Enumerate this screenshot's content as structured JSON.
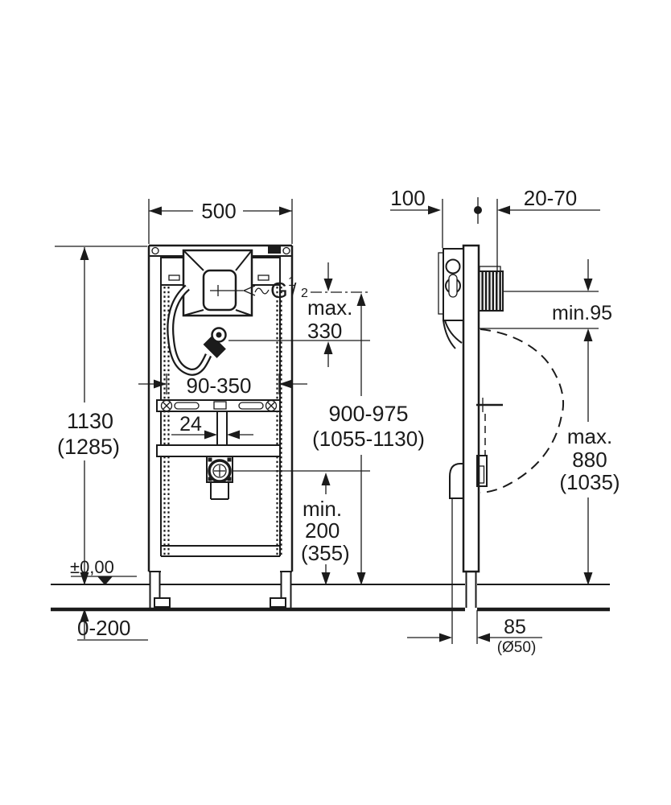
{
  "drawing": {
    "front": {
      "width_dim": "500",
      "height_dim": "1130",
      "height_dim_alt": "(1285)",
      "rail_adjust_dim": "90-350",
      "tube_dim": "24",
      "flush_offset_label": "max.",
      "flush_offset_value": "330",
      "flush_height_dim": "900-975",
      "flush_height_dim_alt": "(1055-1130)",
      "drain_min_label": "min.",
      "drain_min_value": "200",
      "drain_min_alt": "(355)",
      "level_label": "±0,00",
      "floor_range_dim": "0-200",
      "thread_g": "G",
      "thread_sup": "1",
      "thread_slash": "/",
      "thread_sub": "2"
    },
    "side": {
      "depth_dim": "100",
      "wall_range_dim": "20-70",
      "urinal_clearance_dim": "min.95",
      "urinal_height_label": "max.",
      "urinal_height_value": "880",
      "urinal_height_alt": "(1035)",
      "drain_offset_dim": "85",
      "drain_diameter_dim": "(Ø50)"
    }
  }
}
